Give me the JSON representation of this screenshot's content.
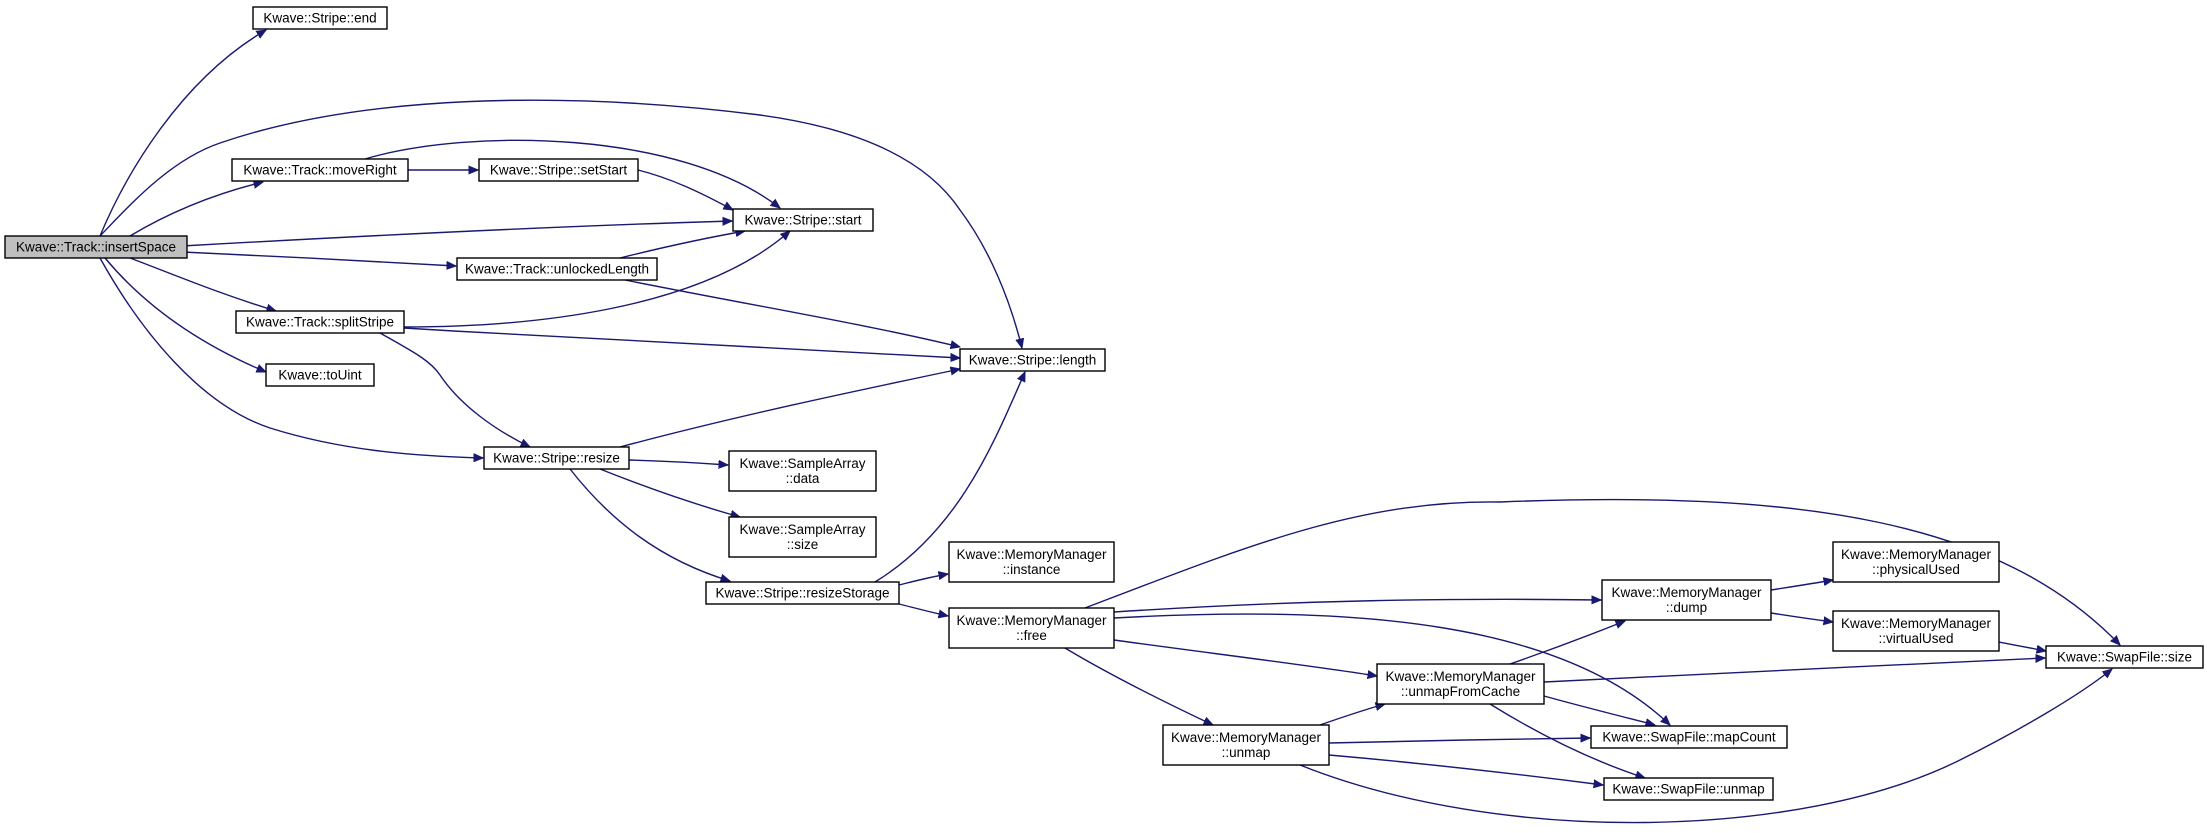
{
  "diagram": {
    "type": "call-graph",
    "colors": {
      "edge": "#191970",
      "root_fill": "#bfbfbf",
      "node_fill": "#ffffff",
      "node_border": "#000000"
    },
    "nodes": [
      {
        "id": "insertSpace",
        "lines": [
          "Kwave::Track::insertSpace"
        ],
        "root": true
      },
      {
        "id": "stripeEnd",
        "lines": [
          "Kwave::Stripe::end"
        ]
      },
      {
        "id": "moveRight",
        "lines": [
          "Kwave::Track::moveRight"
        ]
      },
      {
        "id": "setStart",
        "lines": [
          "Kwave::Stripe::setStart"
        ]
      },
      {
        "id": "stripeStart",
        "lines": [
          "Kwave::Stripe::start"
        ]
      },
      {
        "id": "unlockedLength",
        "lines": [
          "Kwave::Track::unlockedLength"
        ]
      },
      {
        "id": "splitStripe",
        "lines": [
          "Kwave::Track::splitStripe"
        ]
      },
      {
        "id": "toUint",
        "lines": [
          "Kwave::toUint"
        ]
      },
      {
        "id": "stripeLength",
        "lines": [
          "Kwave::Stripe::length"
        ]
      },
      {
        "id": "resize",
        "lines": [
          "Kwave::Stripe::resize"
        ]
      },
      {
        "id": "saData",
        "lines": [
          "Kwave::SampleArray",
          "::data"
        ]
      },
      {
        "id": "saSize",
        "lines": [
          "Kwave::SampleArray",
          "::size"
        ]
      },
      {
        "id": "resizeStorage",
        "lines": [
          "Kwave::Stripe::resizeStorage"
        ]
      },
      {
        "id": "mmInstance",
        "lines": [
          "Kwave::MemoryManager",
          "::instance"
        ]
      },
      {
        "id": "mmFree",
        "lines": [
          "Kwave::MemoryManager",
          "::free"
        ]
      },
      {
        "id": "mmDump",
        "lines": [
          "Kwave::MemoryManager",
          "::dump"
        ]
      },
      {
        "id": "mmPhysicalUsed",
        "lines": [
          "Kwave::MemoryManager",
          "::physicalUsed"
        ]
      },
      {
        "id": "mmVirtualUsed",
        "lines": [
          "Kwave::MemoryManager",
          "::virtualUsed"
        ]
      },
      {
        "id": "mmUnmapFromCache",
        "lines": [
          "Kwave::MemoryManager",
          "::unmapFromCache"
        ]
      },
      {
        "id": "mmUnmap",
        "lines": [
          "Kwave::MemoryManager",
          "::unmap"
        ]
      },
      {
        "id": "sfSize",
        "lines": [
          "Kwave::SwapFile::size"
        ]
      },
      {
        "id": "sfMapCount",
        "lines": [
          "Kwave::SwapFile::mapCount"
        ]
      },
      {
        "id": "sfUnmap",
        "lines": [
          "Kwave::SwapFile::unmap"
        ]
      }
    ],
    "edges": [
      [
        "insertSpace",
        "stripeEnd"
      ],
      [
        "insertSpace",
        "stripeLength"
      ],
      [
        "insertSpace",
        "moveRight"
      ],
      [
        "insertSpace",
        "stripeStart"
      ],
      [
        "insertSpace",
        "unlockedLength"
      ],
      [
        "insertSpace",
        "splitStripe"
      ],
      [
        "insertSpace",
        "toUint"
      ],
      [
        "insertSpace",
        "resize"
      ],
      [
        "moveRight",
        "setStart"
      ],
      [
        "moveRight",
        "stripeStart"
      ],
      [
        "setStart",
        "stripeStart"
      ],
      [
        "unlockedLength",
        "stripeStart"
      ],
      [
        "unlockedLength",
        "stripeLength"
      ],
      [
        "splitStripe",
        "stripeStart"
      ],
      [
        "splitStripe",
        "stripeLength"
      ],
      [
        "splitStripe",
        "resize"
      ],
      [
        "resize",
        "stripeLength"
      ],
      [
        "resize",
        "saData"
      ],
      [
        "resize",
        "saSize"
      ],
      [
        "resize",
        "resizeStorage"
      ],
      [
        "resizeStorage",
        "stripeLength"
      ],
      [
        "resizeStorage",
        "mmInstance"
      ],
      [
        "resizeStorage",
        "mmFree"
      ],
      [
        "mmFree",
        "sfSize"
      ],
      [
        "mmFree",
        "mmDump"
      ],
      [
        "mmFree",
        "sfMapCount"
      ],
      [
        "mmFree",
        "mmUnmapFromCache"
      ],
      [
        "mmFree",
        "mmUnmap"
      ],
      [
        "mmDump",
        "mmPhysicalUsed"
      ],
      [
        "mmDump",
        "mmVirtualUsed"
      ],
      [
        "mmVirtualUsed",
        "sfSize"
      ],
      [
        "mmUnmapFromCache",
        "mmDump"
      ],
      [
        "mmUnmapFromCache",
        "sfSize"
      ],
      [
        "mmUnmapFromCache",
        "sfMapCount"
      ],
      [
        "mmUnmapFromCache",
        "sfUnmap"
      ],
      [
        "mmUnmap",
        "mmUnmapFromCache"
      ],
      [
        "mmUnmap",
        "sfMapCount"
      ],
      [
        "mmUnmap",
        "sfUnmap"
      ],
      [
        "mmUnmap",
        "sfSize"
      ]
    ]
  }
}
